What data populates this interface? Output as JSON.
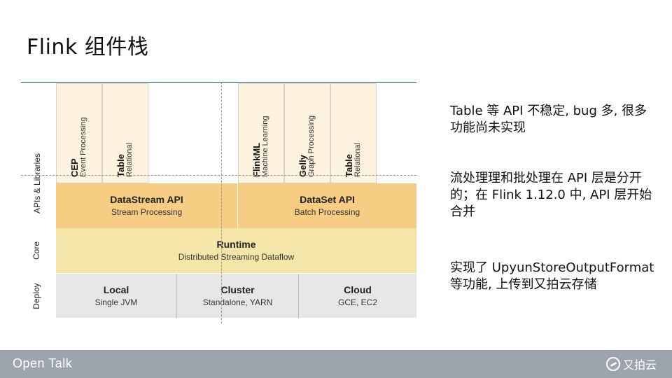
{
  "slide": {
    "title": "Flink 组件栈"
  },
  "diagram": {
    "layers": {
      "apis": "APIs & Libraries",
      "core": "Core",
      "deploy": "Deploy"
    },
    "libraries": [
      {
        "name": "CEP",
        "desc": "Event Processing"
      },
      {
        "name": "Table",
        "desc": "Relational"
      },
      {
        "name": "FlinkML",
        "desc": "Machine Learning"
      },
      {
        "name": "Gelly",
        "desc": "Graph Processing"
      },
      {
        "name": "Table",
        "desc": "Relational"
      }
    ],
    "apis": [
      {
        "name": "DataStream API",
        "desc": "Stream Processing"
      },
      {
        "name": "DataSet API",
        "desc": "Batch Processing"
      }
    ],
    "runtime": {
      "name": "Runtime",
      "desc": "Distributed Streaming Dataflow"
    },
    "deploy": [
      {
        "name": "Local",
        "desc": "Single JVM"
      },
      {
        "name": "Cluster",
        "desc": "Standalone, YARN"
      },
      {
        "name": "Cloud",
        "desc": "GCE, EC2"
      }
    ],
    "colors": {
      "libraries": "#fdf3df",
      "apis": "#f6cd83",
      "runtime": "#f4e6a8",
      "deploy": "#e6e6e6"
    }
  },
  "notes": [
    "Table 等 API 不稳定, bug 多, 很多功能尚未实现",
    "流处理理和批处理在 API 层是分开的；在 Flink 1.12.0 中, API 层开始合并",
    "实现了 UpyunStoreOutputFormat 等功能, 上传到又拍云存储"
  ],
  "footer": {
    "brand": "Open Talk",
    "logo_text": "又拍云",
    "logo_icon": "upyun-logo-icon"
  }
}
